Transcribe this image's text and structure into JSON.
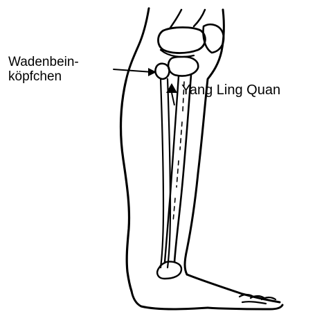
{
  "labels": {
    "fibula_head_line1": "Wadenbein-",
    "fibula_head_line2": "köpfchen",
    "acupoint": "Yang Ling Quan"
  },
  "colors": {
    "ink": "#000000",
    "background": "#ffffff"
  }
}
